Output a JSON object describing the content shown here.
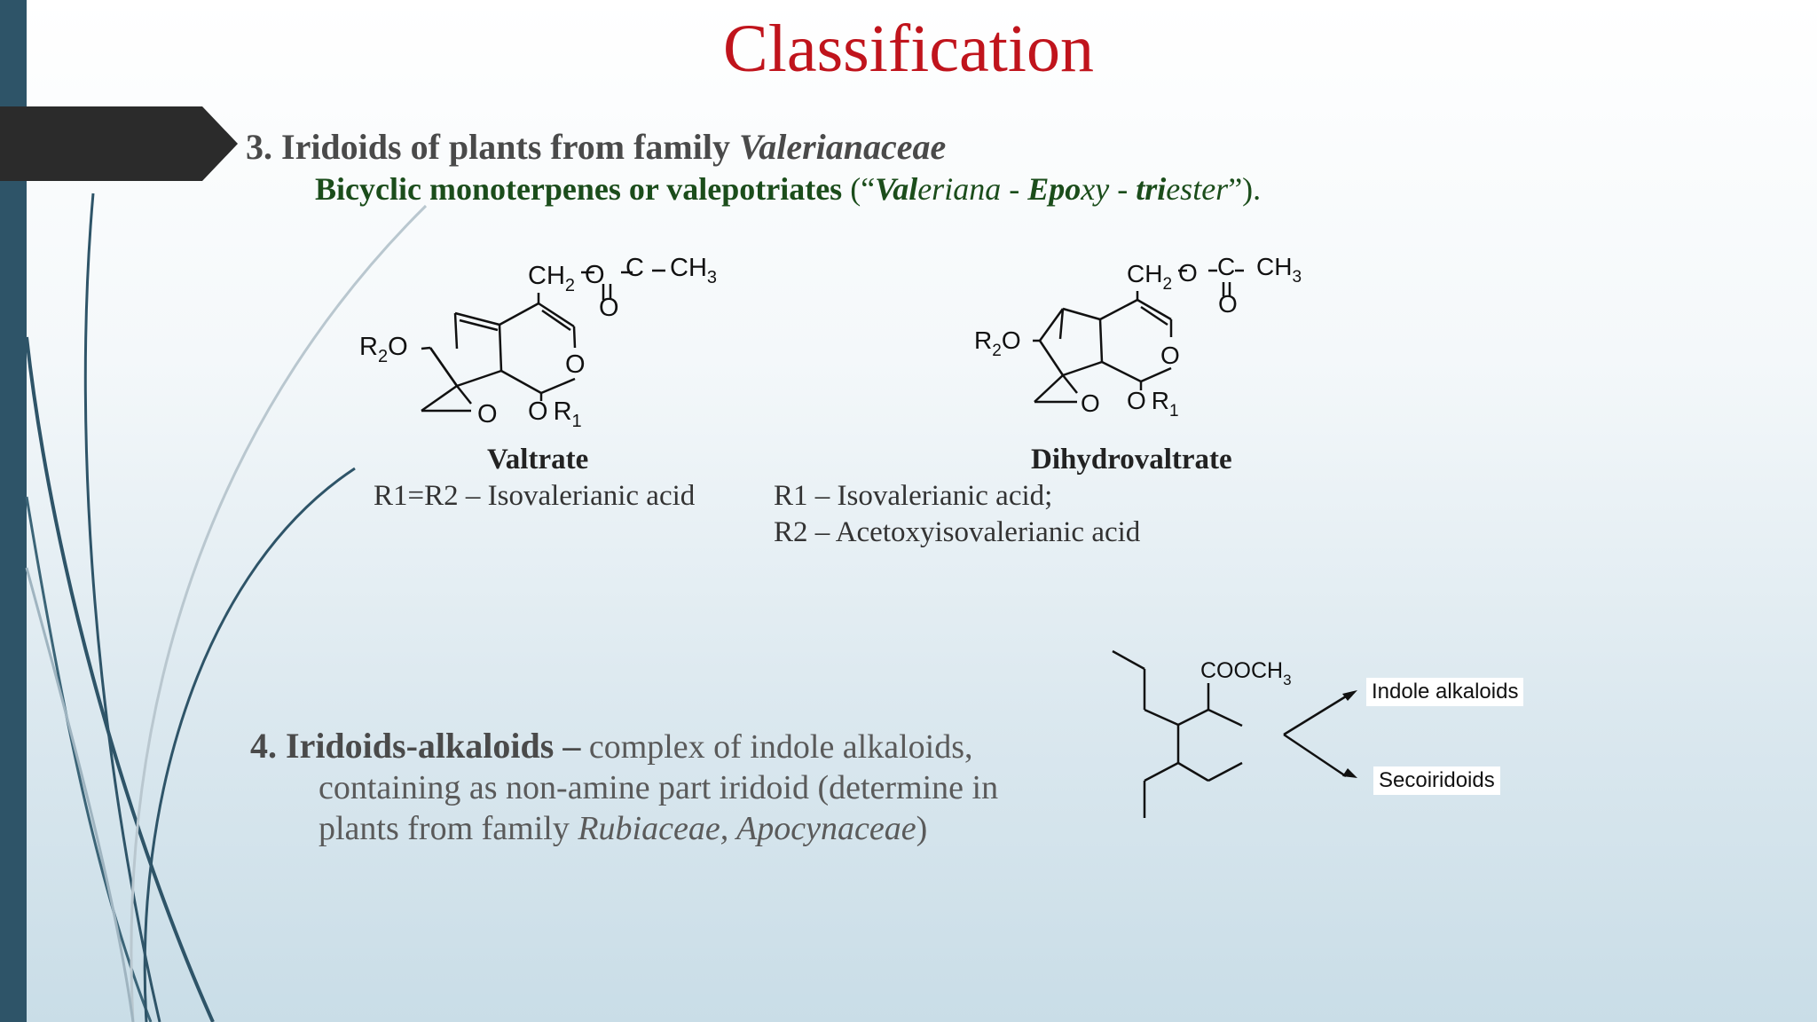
{
  "slide": {
    "title": "Classification",
    "section3": {
      "heading_prefix": "3. Iridoids of plants from family ",
      "heading_family": "Valerianaceae",
      "sub_bold": "Bicyclic monoterpenes or valepotriates",
      "sub_open": " (“",
      "sub_val": "Val",
      "sub_eriana": "eriana",
      "sub_dash1": " - ",
      "sub_epo": "Epo",
      "sub_xy": "xy",
      "sub_dash2": " - ",
      "sub_tri": "tri",
      "sub_ester": "ester",
      "sub_close": "”)."
    },
    "compounds": [
      {
        "name": "Valtrate",
        "desc": "R1=R2 – Isovalerianic acid"
      },
      {
        "name": "Dihydrovaltrate",
        "desc_line1": "R1 – Isovalerianic acid;",
        "desc_line2": "R2 – Acetoxyisovalerianic acid"
      }
    ],
    "struct_labels": {
      "ch2": "CH",
      "sub2": "2",
      "o": "O",
      "c": "C",
      "ch3": "CH",
      "sub3": "3",
      "r2o": "R",
      "r1": "R",
      "sub1": "1",
      "cooch3": "COOCH"
    },
    "section4": {
      "heading_bold": "4. Iridoids-alkaloids –",
      "text1": " complex of indole alkaloids,",
      "text2": "containing as non-amine part iridoid (determine in",
      "text3_prefix": "plants from family ",
      "text3_families": "Rubiaceae, Apocynaceae",
      "text3_suffix": ")"
    },
    "products": [
      "Indole alkaloids",
      "Secoiridoids"
    ],
    "colors": {
      "title": "#c0141c",
      "subheading": "#1b4d1b",
      "left_bar": "#2e5468",
      "tab": "#2b2b2b"
    }
  }
}
